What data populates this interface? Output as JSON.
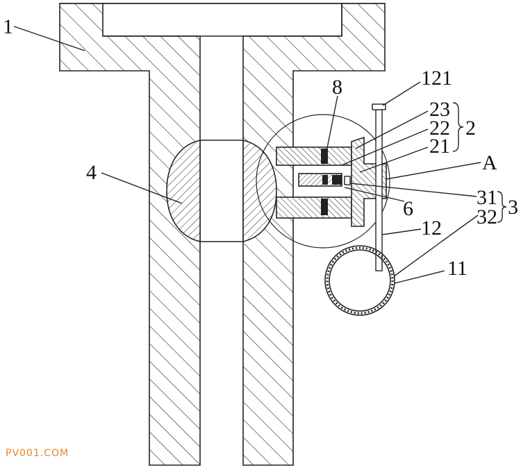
{
  "labels": {
    "l1": "1",
    "l4": "4",
    "l8": "8",
    "l121": "121",
    "l23": "23",
    "l22": "22",
    "l21": "21",
    "l2": "2",
    "lA": "A",
    "l31": "31",
    "l32": "32",
    "l3": "3",
    "l6": "6",
    "l12": "12",
    "l11": "11"
  },
  "watermark": "PV001.COM",
  "colors": {
    "line": "#222222",
    "background": "#ffffff",
    "watermark": "#e8842a"
  }
}
